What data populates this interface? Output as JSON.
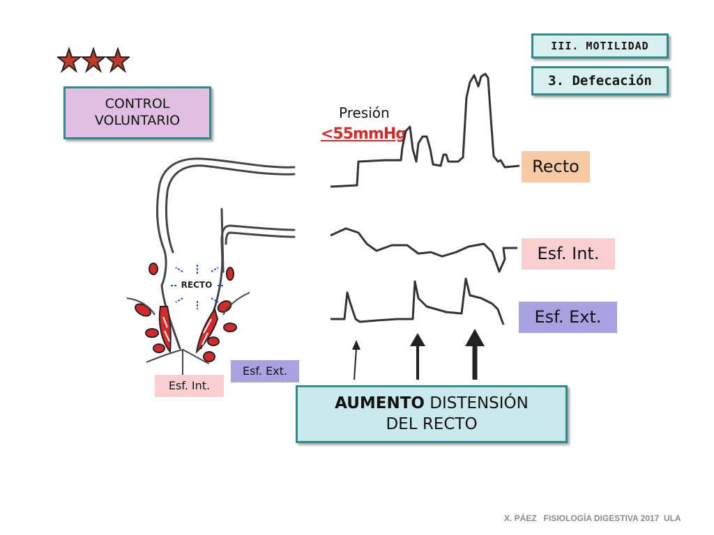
{
  "header": {
    "section": "III. MOTILIDAD",
    "topic": "3. Defecación"
  },
  "control": {
    "line1": "CONTROL",
    "line2": "VOLUNTARIO"
  },
  "chart": {
    "pressure_label": "Presión",
    "pressure_value": "<55mmHg",
    "trace_labels": {
      "recto": "Recto",
      "esf_int": "Esf. Int.",
      "esf_ext": "Esf. Ext."
    }
  },
  "anatomy": {
    "recto_text": "RECTO",
    "esf_ext": "Esf. Ext.",
    "esf_int": "Esf. Int."
  },
  "caption": {
    "bold": "AUMENTO",
    "rest_line1": " DISTENSIÓN",
    "line2": "DEL RECTO"
  },
  "footer": "X. PÁEZ   FISIOLOGÍA DIGESTIVA 2017  ULA",
  "colors": {
    "teal_border": "#2e8b8b",
    "recto_label_bg": "#f7c9a5",
    "esf_int_bg": "#f9cfd2",
    "esf_ext_bg": "#a9a2e0",
    "control_bg": "#e0bfe3",
    "caption_bg": "#c9e9ec",
    "stars": "#c0392b"
  },
  "icons": [
    "star-icon",
    "up-arrow-icon"
  ]
}
